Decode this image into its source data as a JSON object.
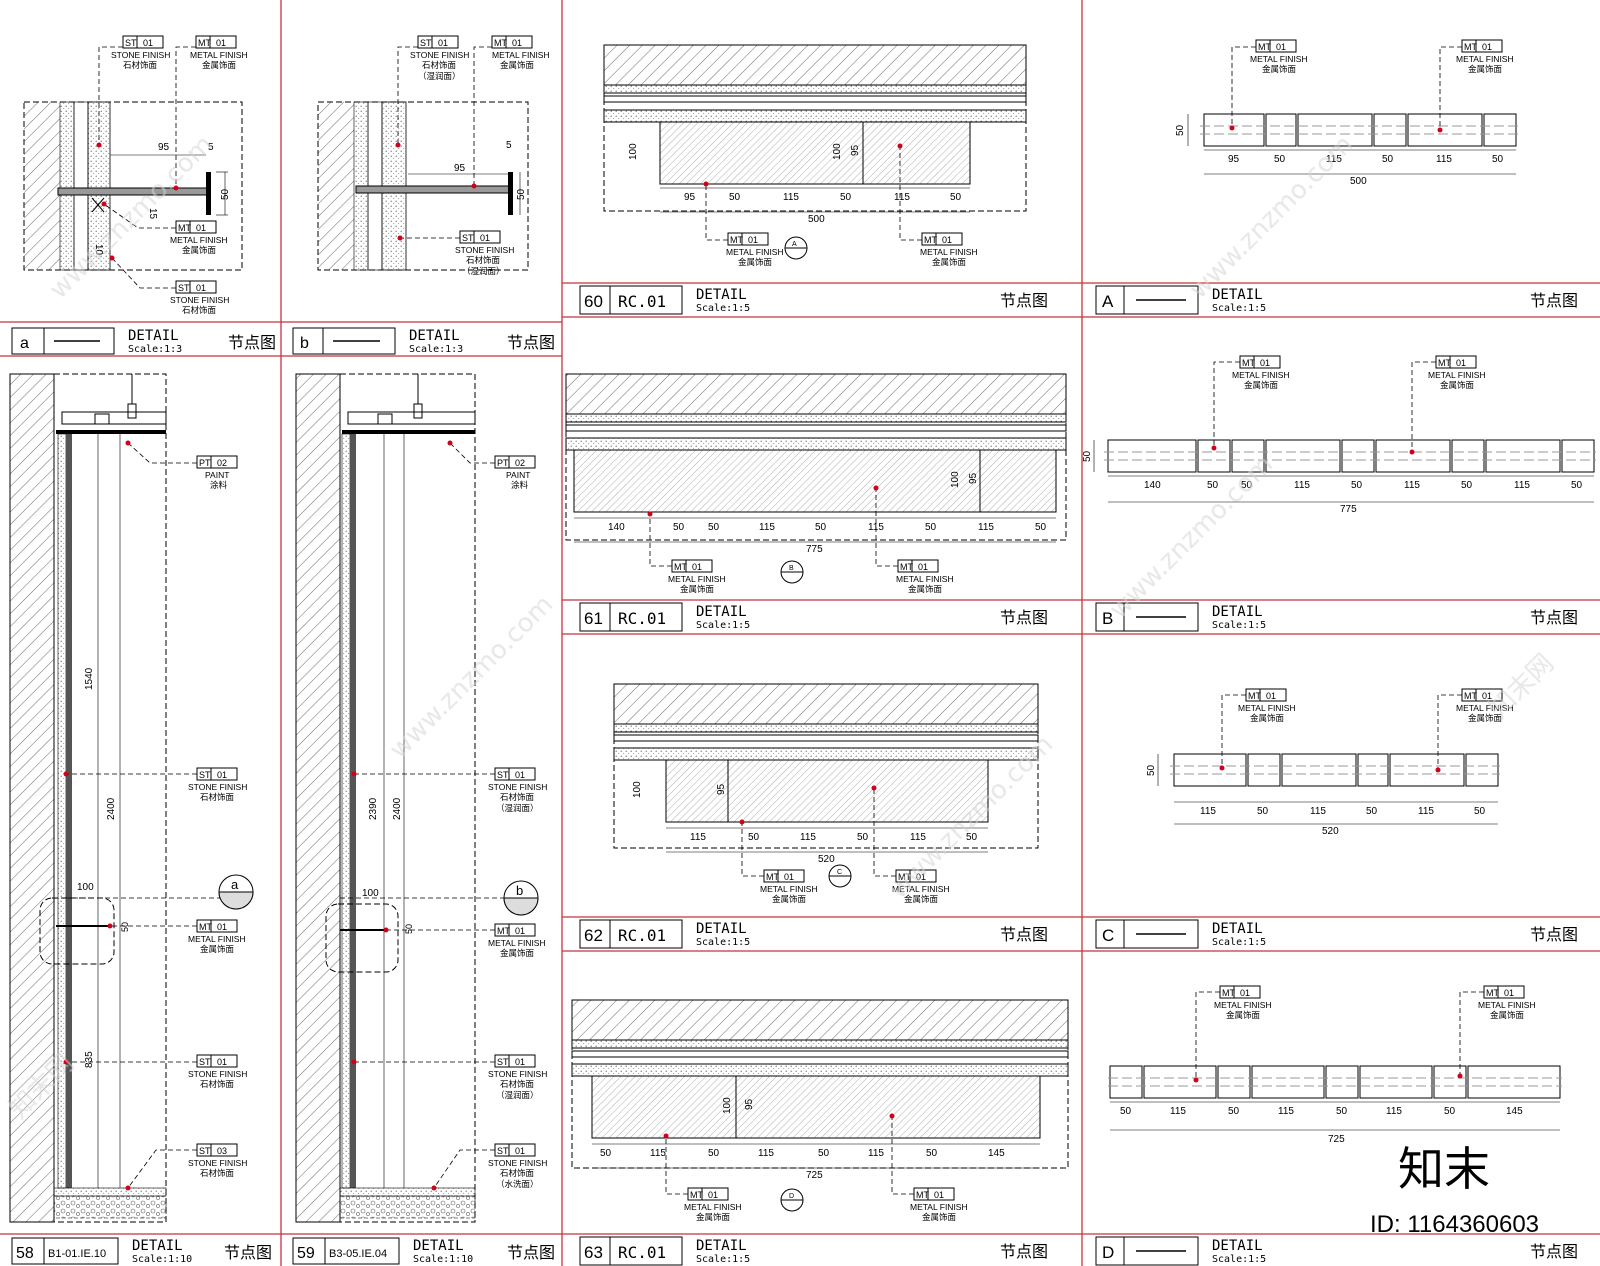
{
  "tags": {
    "st01": "ST",
    "st03": "ST",
    "mt01": "MT",
    "pt02": "PT",
    "n01": "01",
    "n02": "02",
    "n03": "03"
  },
  "finishes": {
    "stone_en": "STONE FINISH",
    "stone_cn": "石材饰面",
    "stone_wet_cn": "石材饰面",
    "stone_wet_note": "（湿润面）",
    "stone_wash_note": "（水洗面）",
    "metal_en": "METAL FINISH",
    "metal_cn": "金属饰面",
    "paint_en": "PAINT",
    "paint_cn": "涂料"
  },
  "title_blocks": {
    "detail_label": "DETAIL",
    "node_label": "节点图",
    "scale_1_3": "Scale:1:3",
    "scale_1_5": "Scale:1:5",
    "scale_1_10": "Scale:1:10",
    "a_num": "a",
    "b_num": "b",
    "num_58": "58",
    "ref_58": "B1-01.IE.10",
    "num_59": "59",
    "ref_59": "B3-05.IE.04",
    "num_60": "60",
    "num_61": "61",
    "num_62": "62",
    "num_63": "63",
    "ref_rc": "RC.01",
    "A": "A",
    "B": "B",
    "C": "C",
    "D": "D"
  },
  "dims": {
    "d95": "95",
    "d5": "5",
    "d50": "50",
    "d15": "15",
    "d10": "10",
    "d100": "100",
    "d115": "115",
    "d140": "140",
    "d145": "145",
    "d500": "500",
    "d520": "520",
    "d725": "725",
    "d775": "775",
    "d1540": "1540",
    "d2400": "2400",
    "d2390": "2390",
    "d835": "835"
  },
  "markers": {
    "a": "a",
    "b": "b",
    "A": "A",
    "B": "B",
    "C": "C",
    "D": "D"
  },
  "watermark": {
    "site": "www.znzmo.com",
    "brand_cn": "知末网",
    "logo": "知末",
    "id": "ID: 1164360603"
  }
}
